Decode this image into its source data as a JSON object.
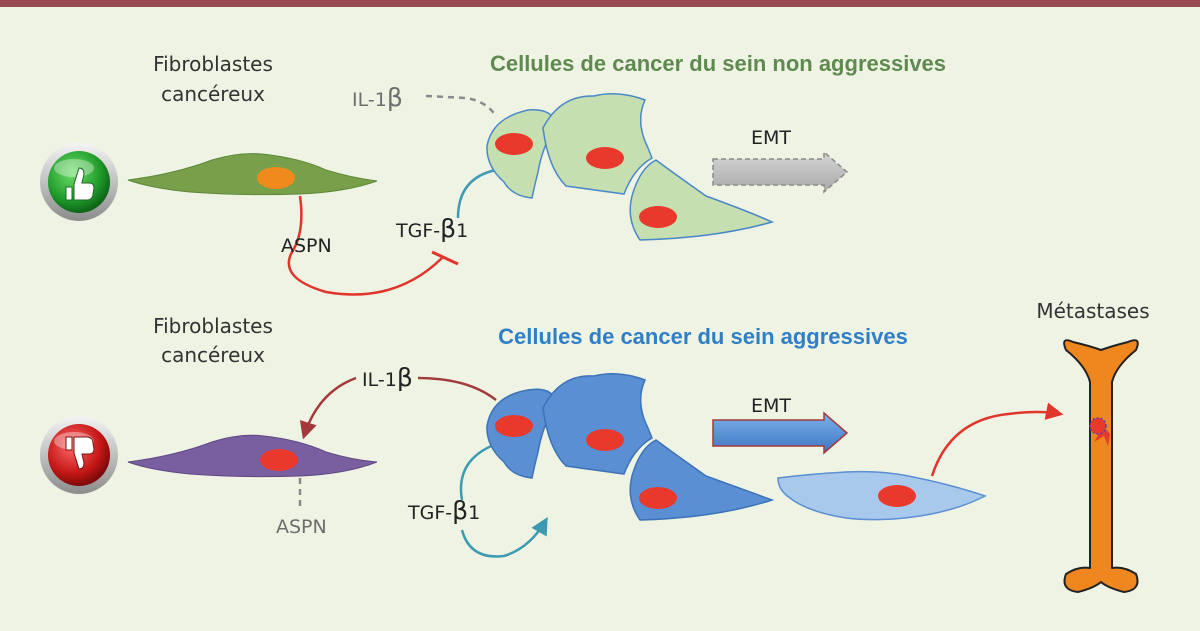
{
  "colors": {
    "background": "#eef3e4",
    "top_border": "#9a4a52",
    "non_aggressive_title": "#5f8a4f",
    "aggressive_title": "#2f7fc6",
    "green_fibroblast": "#78a04a",
    "purple_fibroblast": "#7a5fa0",
    "light_green_cells": "#c6dfb0",
    "blue_cells": "#5b8fd3",
    "nucleus_red": "#e8392c",
    "nucleus_orange": "#f08a1c",
    "bone_orange": "#f0861e",
    "red_line": "#e0352b",
    "teal_line": "#3d9ab3"
  },
  "top_panel": {
    "fibroblast_label_line1": "Fibroblastes",
    "fibroblast_label_line2": "cancéreux",
    "cells_title": "Cellules de cancer du sein non aggressives",
    "il1b_label": "IL-1",
    "il1b_symbol": "β",
    "tgf_label": "TGF-",
    "tgf_symbol": "β",
    "tgf_suffix": "1",
    "aspn_label": "ASPN",
    "emt_label": "EMT",
    "icon": "thumbs-up-icon"
  },
  "bottom_panel": {
    "fibroblast_label_line1": "Fibroblastes",
    "fibroblast_label_line2": "cancéreux",
    "cells_title": "Cellules de cancer du sein aggressives",
    "il1b_label": "IL-1",
    "il1b_symbol": "β",
    "tgf_label": "TGF-",
    "tgf_symbol": "β",
    "tgf_suffix": "1",
    "aspn_label": "ASPN",
    "emt_label": "EMT",
    "metastases_label": "Métastases",
    "icon": "thumbs-down-icon"
  }
}
